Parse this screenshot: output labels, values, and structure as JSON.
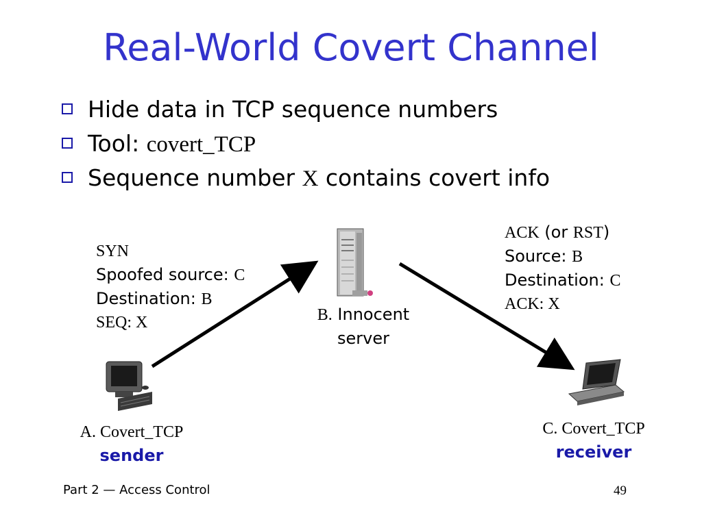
{
  "title": "Real-World Covert Channel",
  "bullets": [
    {
      "parts": [
        "Hide data in TCP sequence numbers"
      ]
    },
    {
      "label": "Tool: ",
      "code": "covert_TCP"
    },
    {
      "pre": "Sequence number ",
      "var": "X",
      "post": " contains covert info"
    }
  ],
  "syn_packet": {
    "line1": "SYN",
    "line2_label": "Spoofed source: ",
    "line2_value": "C",
    "line3_label": "Destination: ",
    "line3_value": "B",
    "line4": "SEQ: X"
  },
  "ack_packet": {
    "line1_a": "ACK",
    "line1_b": " (or ",
    "line1_c": "RST",
    "line1_d": ")",
    "line2_label": "Source: ",
    "line2_value": "B",
    "line3_label": "Destination: ",
    "line3_value": "C",
    "line4": "ACK: X"
  },
  "server": {
    "prefix": "B.",
    "name": " Innocent",
    "line2": "server"
  },
  "sender": {
    "line1": "A. Covert_TCP",
    "line2": "sender"
  },
  "receiver": {
    "line1": "C. Covert_TCP",
    "line2": "receiver"
  },
  "footer": {
    "left": "Part 2 — Access Control",
    "page": "49"
  },
  "colors": {
    "title": "#3333cc",
    "accent": "#1a1aa8"
  }
}
